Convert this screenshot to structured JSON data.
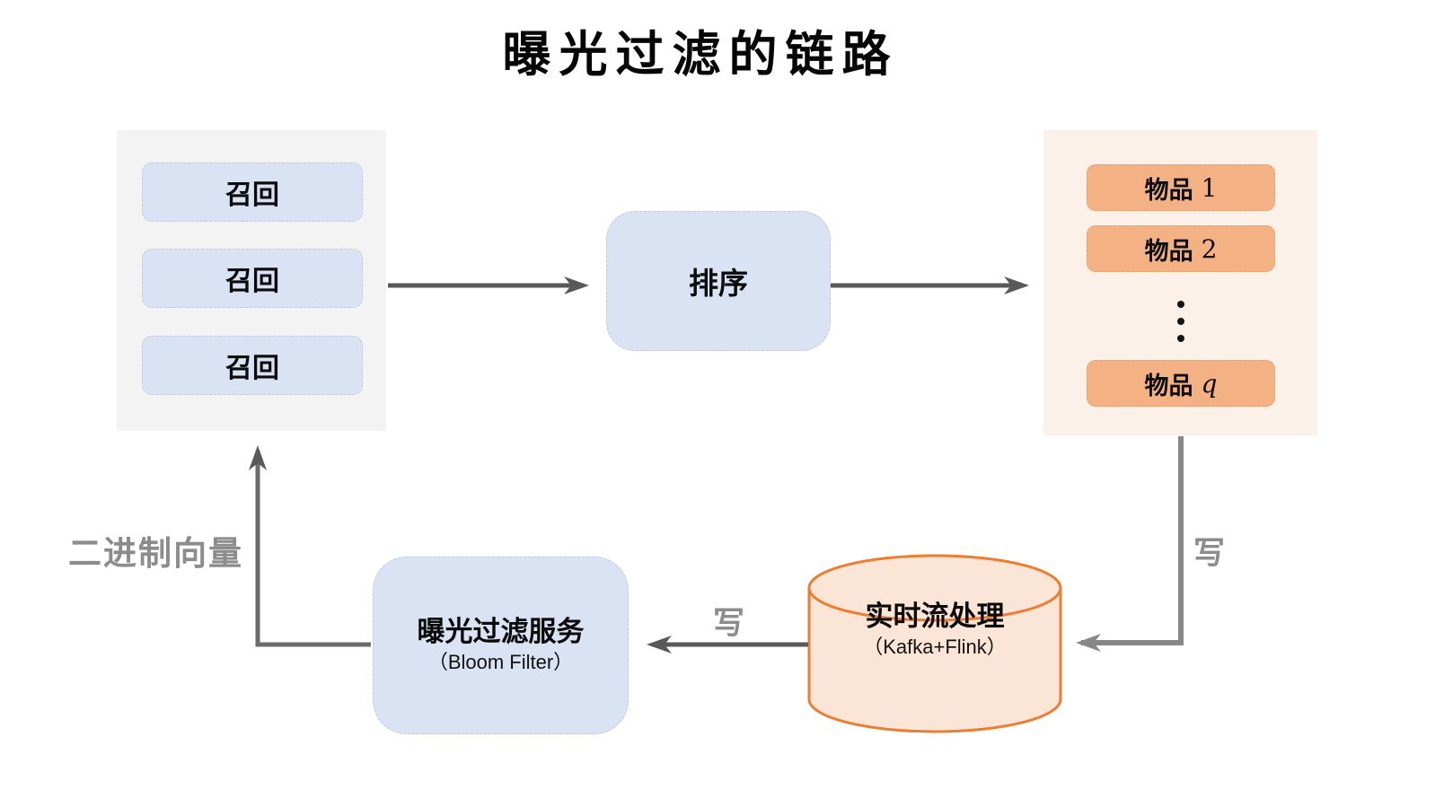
{
  "title": "曝光过滤的链路",
  "recall_panel": {
    "boxes": [
      "召回",
      "召回",
      "召回"
    ]
  },
  "sort_box": {
    "label": "排序"
  },
  "items_panel": {
    "boxes": [
      {
        "label": "物品",
        "num": "1"
      },
      {
        "label": "物品",
        "num": "2"
      },
      {
        "label": "物品",
        "num": "q"
      }
    ],
    "ellipsis_icon": "vertical-ellipsis"
  },
  "bloom_box": {
    "title": "曝光过滤服务",
    "subtitle": "（Bloom Filter）"
  },
  "stream_store": {
    "title": "实时流处理",
    "subtitle": "（Kafka+Flink）"
  },
  "edge_labels": {
    "binary_vector": "二进制向量",
    "write_mid": "写",
    "write_right": "写"
  },
  "colors": {
    "blue_node": "#dae3f3",
    "gray_panel": "#f3f3f3",
    "peach_panel": "#fbf1e9",
    "orange_item": "#f4b183",
    "cylinder_fill": "#fbe5d6",
    "cylinder_stroke": "#ed7d31",
    "arrow_dark": "#595959",
    "arrow_light": "#878787",
    "edge_label_gray": "#8c8c8c"
  }
}
